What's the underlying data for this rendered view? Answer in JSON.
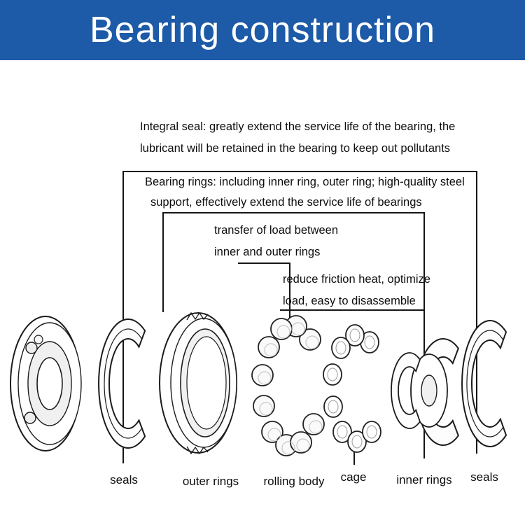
{
  "header": {
    "title": "Bearing construction",
    "bg_color": "#1d5aa7",
    "text_color": "#ffffff"
  },
  "annotations": {
    "integral_seal": {
      "line1": "Integral seal: greatly extend the service life of the bearing, the",
      "line2": "lubricant will be retained in the bearing to keep out pollutants"
    },
    "bearing_rings": {
      "line1": "Bearing rings: including inner ring, outer ring; high-quality steel",
      "line2": "support, effectively extend the service life of bearings"
    },
    "rolling_body": {
      "line1": "transfer of load between",
      "line2": "inner and outer rings"
    },
    "cage": {
      "line1": "reduce friction heat, optimize",
      "line2": "load, easy to disassemble"
    }
  },
  "labels": {
    "seal_left": "seals",
    "outer_rings": "outer rings",
    "rolling_body": "rolling body",
    "cage": "cage",
    "inner_rings": "inner rings",
    "seal_right": "seals"
  }
}
